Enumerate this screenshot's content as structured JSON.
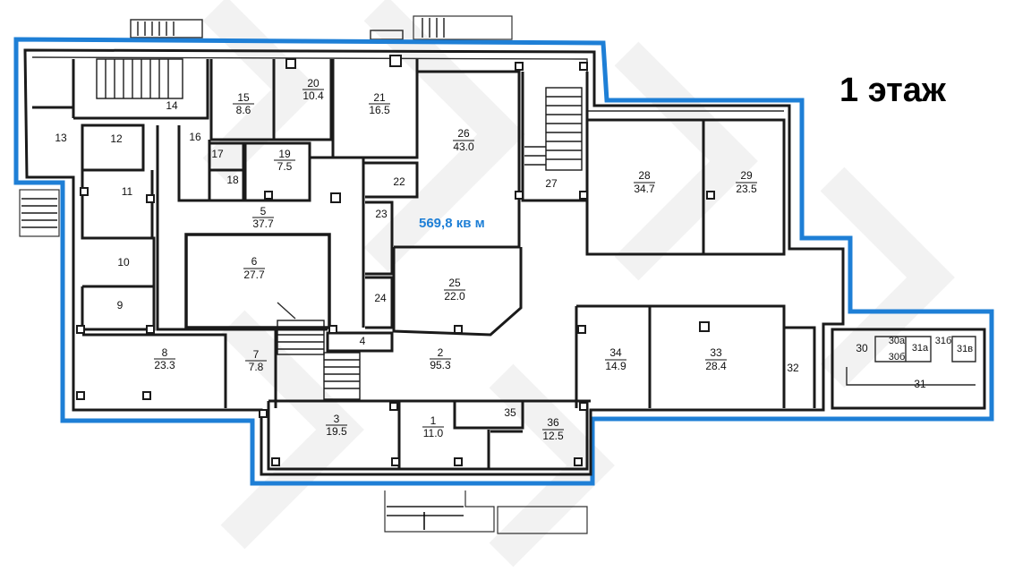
{
  "floor_label": "1 этаж",
  "total_area": "569,8 кв м",
  "rooms": [
    {
      "num": "1",
      "area": "11.0"
    },
    {
      "num": "2",
      "area": "95.3"
    },
    {
      "num": "3",
      "area": "19.5"
    },
    {
      "num": "4",
      "area": ""
    },
    {
      "num": "5",
      "area": "37.7"
    },
    {
      "num": "6",
      "area": "27.7"
    },
    {
      "num": "7",
      "area": "7.8"
    },
    {
      "num": "8",
      "area": "23.3"
    },
    {
      "num": "9",
      "area": ""
    },
    {
      "num": "10",
      "area": ""
    },
    {
      "num": "11",
      "area": ""
    },
    {
      "num": "12",
      "area": ""
    },
    {
      "num": "13",
      "area": ""
    },
    {
      "num": "14",
      "area": ""
    },
    {
      "num": "15",
      "area": "8.6"
    },
    {
      "num": "16",
      "area": ""
    },
    {
      "num": "17",
      "area": ""
    },
    {
      "num": "18",
      "area": ""
    },
    {
      "num": "19",
      "area": "7.5"
    },
    {
      "num": "20",
      "area": "10.4"
    },
    {
      "num": "21",
      "area": "16.5"
    },
    {
      "num": "22",
      "area": ""
    },
    {
      "num": "23",
      "area": ""
    },
    {
      "num": "24",
      "area": ""
    },
    {
      "num": "25",
      "area": "22.0"
    },
    {
      "num": "26",
      "area": "43.0"
    },
    {
      "num": "27",
      "area": ""
    },
    {
      "num": "28",
      "area": "34.7"
    },
    {
      "num": "29",
      "area": "23.5"
    },
    {
      "num": "30",
      "area": ""
    },
    {
      "num": "30а",
      "area": ""
    },
    {
      "num": "30б",
      "area": ""
    },
    {
      "num": "31",
      "area": ""
    },
    {
      "num": "31а",
      "area": ""
    },
    {
      "num": "31б",
      "area": ""
    },
    {
      "num": "31в",
      "area": ""
    },
    {
      "num": "32",
      "area": ""
    },
    {
      "num": "33",
      "area": "28.4"
    },
    {
      "num": "34",
      "area": "14.9"
    },
    {
      "num": "35",
      "area": ""
    },
    {
      "num": "36",
      "area": "12.5"
    }
  ],
  "colors": {
    "outline": "#1e7fd6",
    "walls": "#1a1a1a",
    "area_text": "#1e7fd6"
  }
}
